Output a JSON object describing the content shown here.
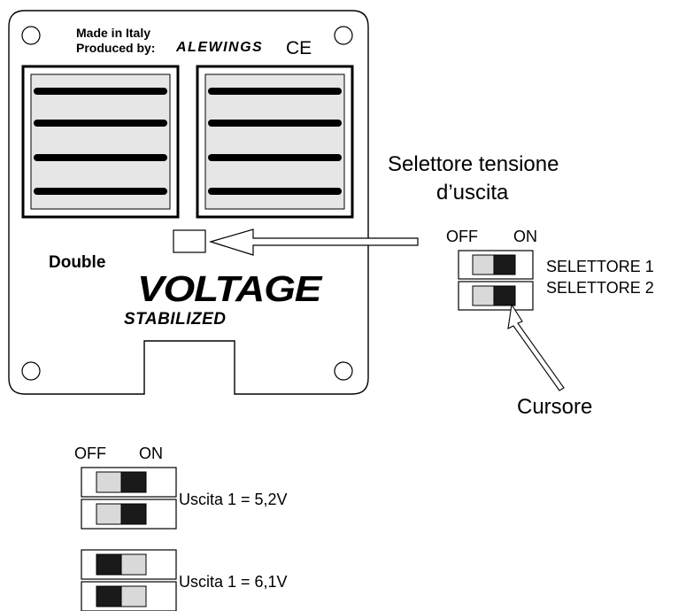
{
  "board": {
    "made_in": "Made in Italy",
    "produced_by": "Produced by:",
    "brand": "ALEWINGS",
    "ce_mark": "CE",
    "logo_double": "Double",
    "logo_voltage": "VOLTAGE",
    "logo_stabilized": "STABILIZED"
  },
  "callout": {
    "title_line1": "Selettore tensione",
    "title_line2": "d’uscita",
    "off_label": "OFF",
    "on_label": "ON",
    "selector1": "SELETTORE 1",
    "selector2": "SELETTORE 2",
    "cursor_label": "Cursore"
  },
  "settings": {
    "off_label": "OFF",
    "on_label": "ON",
    "config1": {
      "label": "Uscita 1 = 5,2V",
      "switch1": "ON",
      "switch2": "ON"
    },
    "config2": {
      "label": "Uscita 1 = 6,1V",
      "switch1": "OFF",
      "switch2": "OFF"
    }
  },
  "colors": {
    "slider_dark": "#1a1a1a",
    "slider_light": "#d9d9d9",
    "line": "#000000"
  }
}
